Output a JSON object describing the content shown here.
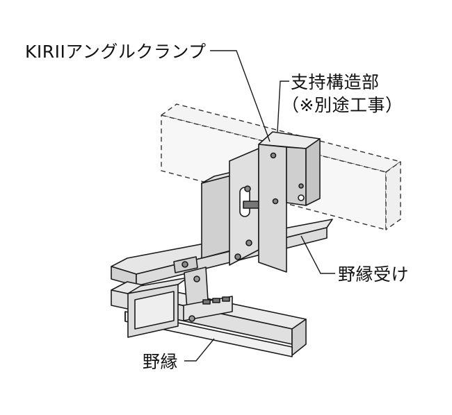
{
  "labels": {
    "clamp": "KIRIIアングルクランプ",
    "support_line1": "支持構造部",
    "support_line2": "（※別途工事）",
    "receiver": "野縁受け",
    "furring": "野縁"
  },
  "colors": {
    "line": "#1a1a1a",
    "fill_light": "#ececec",
    "fill_mid": "#d6d6d6",
    "fill_dark": "#bdbdbd",
    "dashed": "#333333"
  }
}
